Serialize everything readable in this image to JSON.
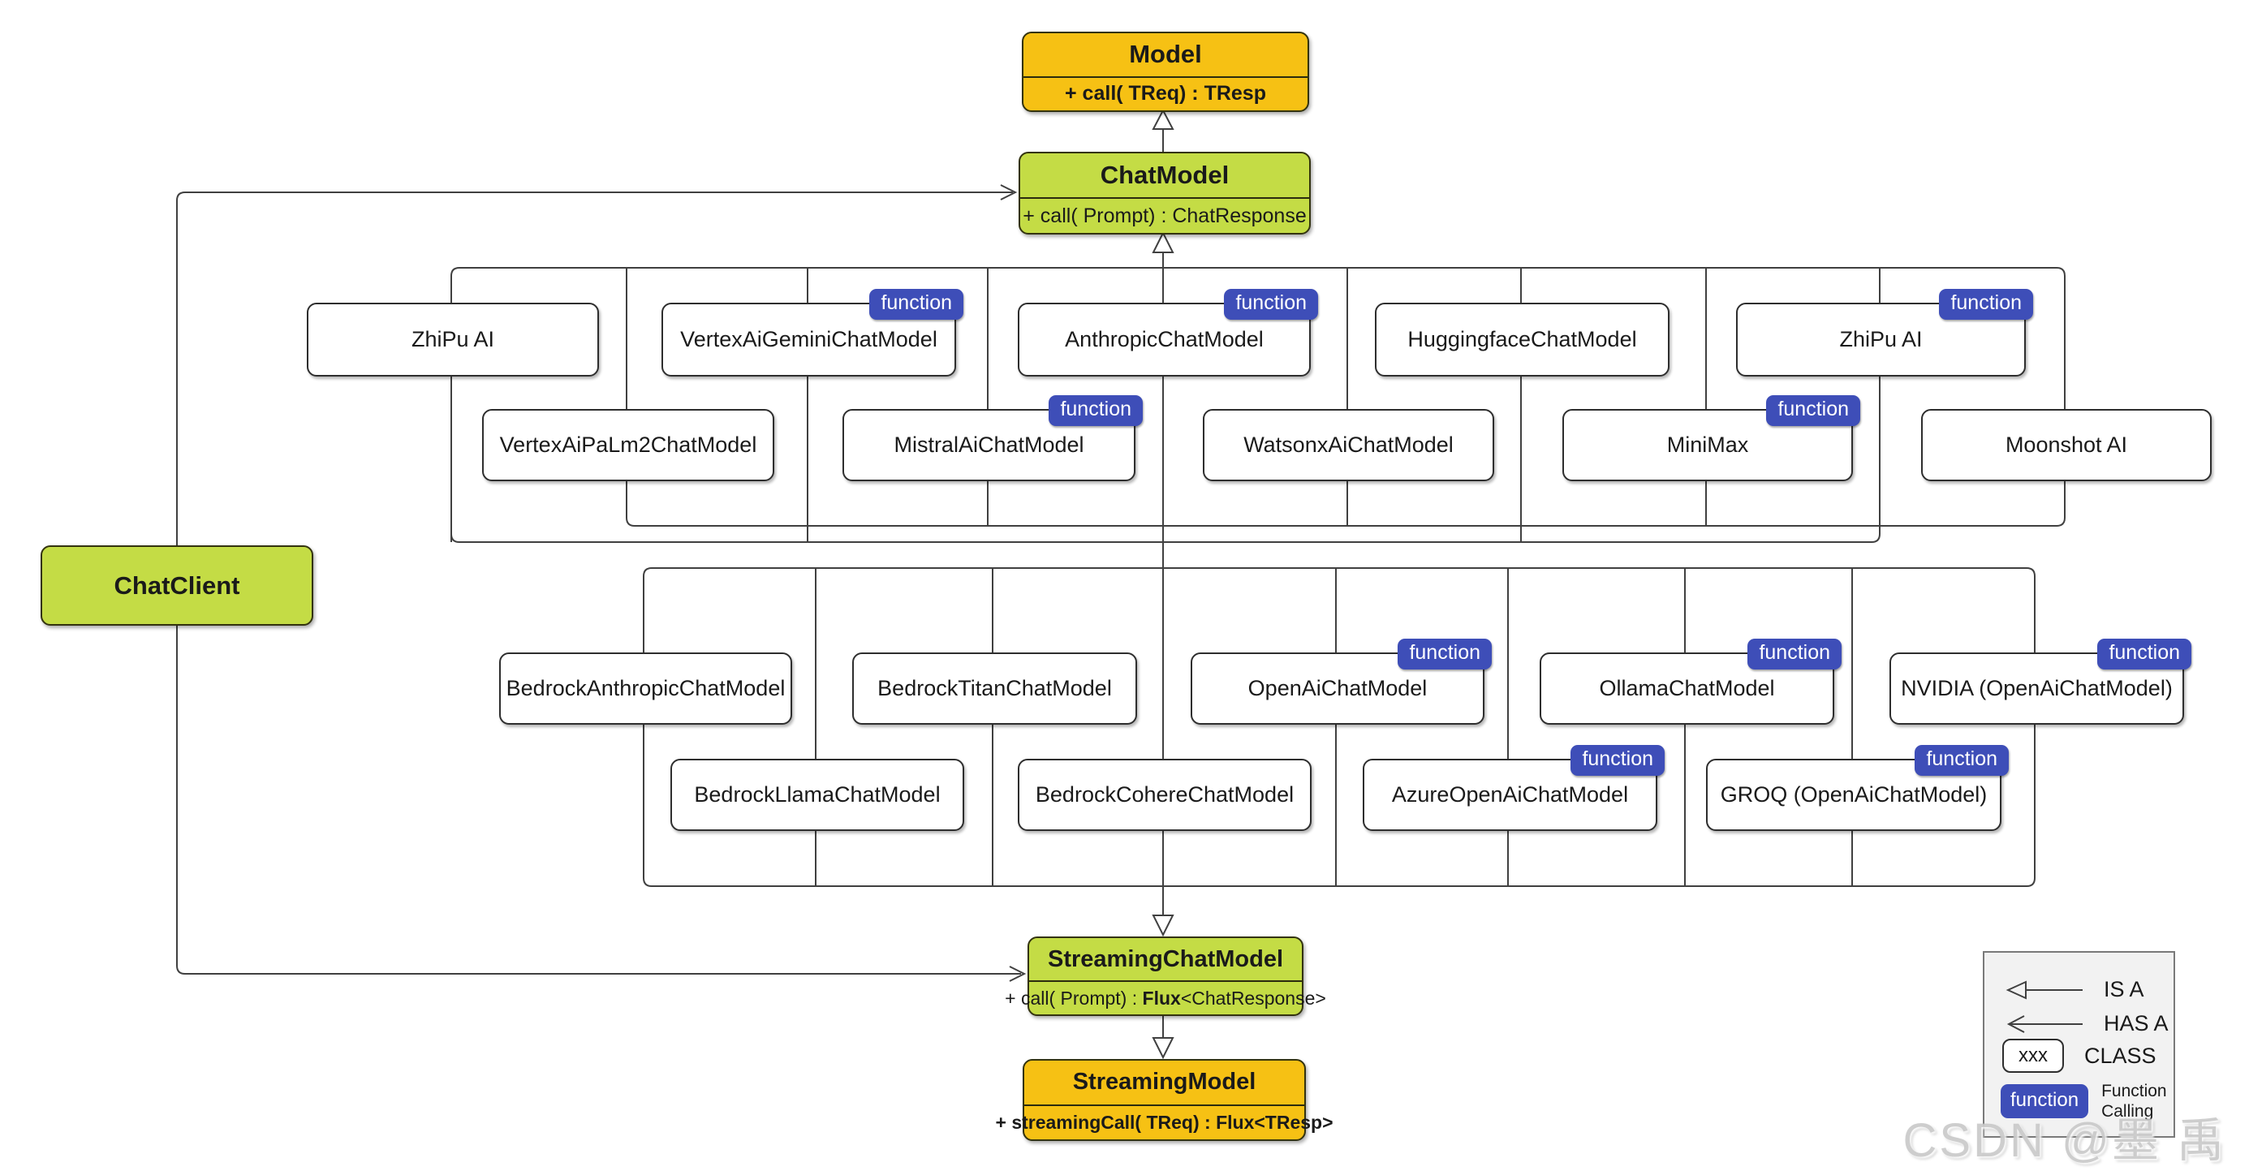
{
  "colors": {
    "orange_box": "#F6C114",
    "green_box": "#C4DC45",
    "badge_blue": "#3E4EB8",
    "line": "#404040",
    "legend_bg": "#F2F2F2"
  },
  "hierarchy": {
    "model": {
      "title": "Model",
      "attr_pre": "",
      "attr_bold": "+ call( TReq) : TResp",
      "attr_post": ""
    },
    "chat_model": {
      "title": "ChatModel",
      "attr_pre": "+ call( Prompt) : ChatResponse",
      "attr_bold": "",
      "attr_post": ""
    },
    "chat_client": {
      "title": "ChatClient"
    },
    "streaming_chat_model": {
      "title": "StreamingChatModel",
      "attr_pre": "+ call( Prompt) : ",
      "attr_bold": "Flux",
      "attr_post": "<ChatResponse>"
    },
    "streaming_model": {
      "title": "StreamingModel",
      "attr_pre": "",
      "attr_bold": "+ streamingCall( TReq) : Flux<TResp>",
      "attr_post": ""
    }
  },
  "badge_label": "function",
  "classes": [
    {
      "label": "ZhiPu AI",
      "function_badge": false
    },
    {
      "label": "VertexAiGeminiChatModel",
      "function_badge": true
    },
    {
      "label": "AnthropicChatModel",
      "function_badge": true
    },
    {
      "label": "HuggingfaceChatModel",
      "function_badge": false
    },
    {
      "label": "ZhiPu AI",
      "function_badge": true
    },
    {
      "label": "VertexAiPaLm2ChatModel",
      "function_badge": false
    },
    {
      "label": "MistralAiChatModel",
      "function_badge": true
    },
    {
      "label": "WatsonxAiChatModel",
      "function_badge": false
    },
    {
      "label": "MiniMax",
      "function_badge": true
    },
    {
      "label": "Moonshot AI",
      "function_badge": false
    },
    {
      "label": "BedrockAnthropicChatModel",
      "function_badge": false
    },
    {
      "label": "BedrockTitanChatModel",
      "function_badge": false
    },
    {
      "label": "OpenAiChatModel",
      "function_badge": true
    },
    {
      "label": "OllamaChatModel",
      "function_badge": true
    },
    {
      "label": "NVIDIA (OpenAiChatModel)",
      "function_badge": true
    },
    {
      "label": "BedrockLlamaChatModel",
      "function_badge": false
    },
    {
      "label": "BedrockCohereChatModel",
      "function_badge": false
    },
    {
      "label": "AzureOpenAiChatModel",
      "function_badge": true
    },
    {
      "label": "GROQ (OpenAiChatModel)",
      "function_badge": true
    }
  ],
  "legend": {
    "is_a": "IS A",
    "has_a": "HAS A",
    "class_sample": "xxx",
    "class_label": "CLASS",
    "function_badge": "function",
    "function_label_line1": "Function",
    "function_label_line2": "Calling"
  },
  "watermark": "CSDN @墨 禹"
}
